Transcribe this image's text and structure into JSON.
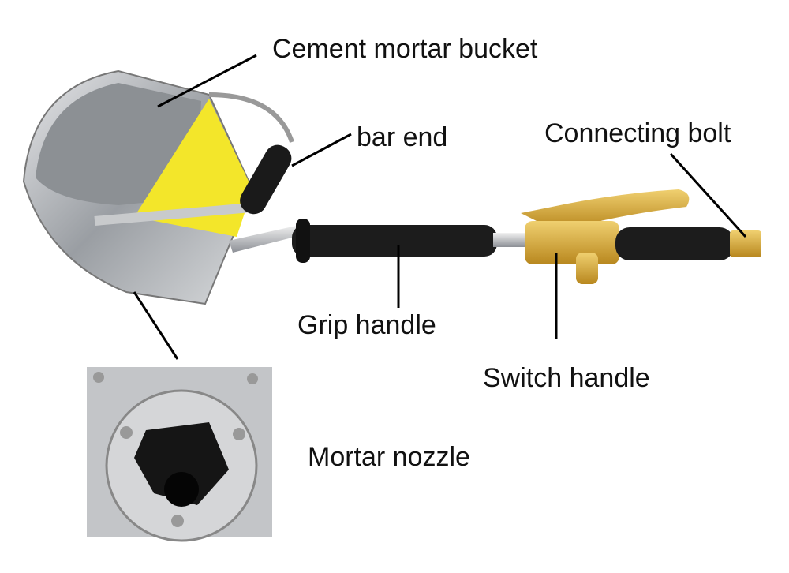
{
  "labels": {
    "bucket": "Cement mortar bucket",
    "bar_end": "bar end",
    "connecting_bolt": "Connecting bolt",
    "grip_handle": "Grip handle",
    "switch_handle": "Switch handle",
    "mortar_nozzle": "Mortar nozzle"
  },
  "colors": {
    "steel": "#b9bcc0",
    "grip": "#1a1a1a",
    "brass": "#d4a83a",
    "warning": "#f3e62a"
  }
}
